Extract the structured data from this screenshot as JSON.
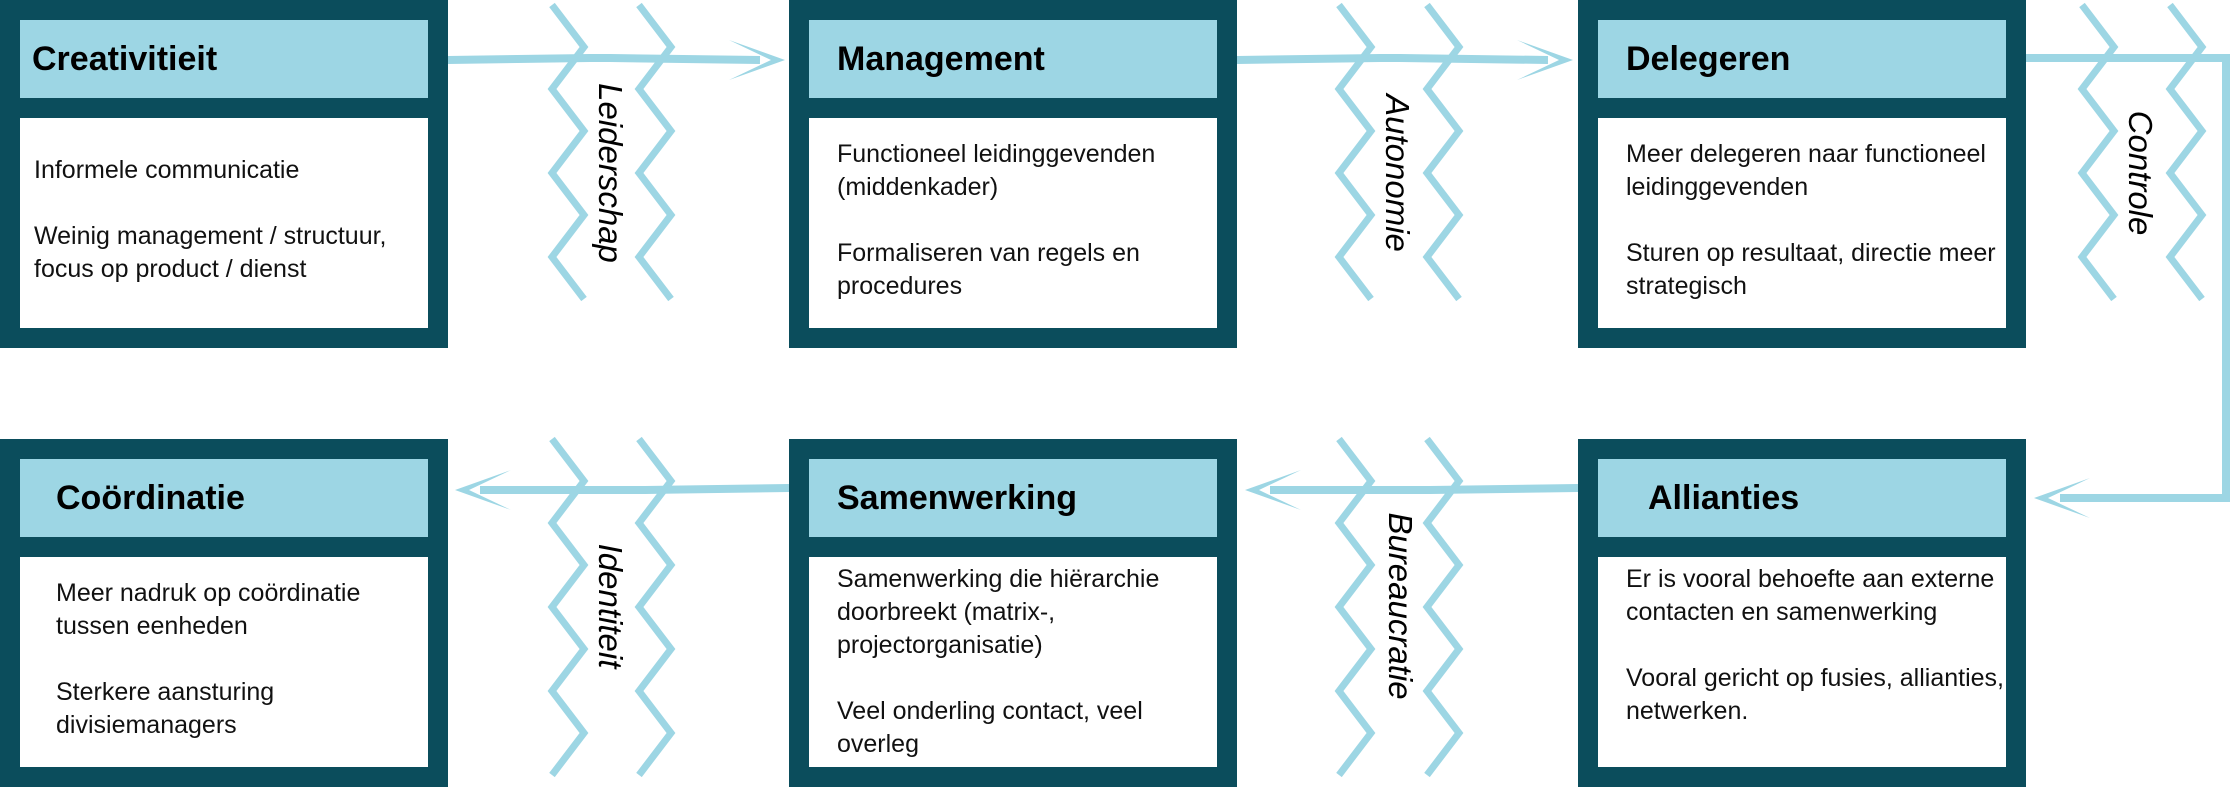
{
  "colors": {
    "box_frame": "#0b4d5c",
    "title_bg": "#9dd6e4",
    "connector": "#9dd6e4"
  },
  "phases": [
    {
      "title": "Creativitieit",
      "lines": [
        "Informele communicatie",
        "Weinig management / structuur, focus op product / dienst"
      ]
    },
    {
      "title": "Management",
      "lines": [
        "Functioneel leidinggevenden (middenkader)",
        "Formaliseren van regels en procedures"
      ]
    },
    {
      "title": "Delegeren",
      "lines": [
        "Meer delegeren naar functioneel leidinggevenden",
        "Sturen op resultaat, directie meer strategisch"
      ]
    },
    {
      "title": "Allianties",
      "lines": [
        "Er is vooral behoefte aan externe contacten en samenwerking",
        "Vooral gericht op fusies, allianties, netwerken."
      ]
    },
    {
      "title": "Samenwerking",
      "lines": [
        "Samenwerking die hiërarchie doorbreekt (matrix-, projectorganisatie)",
        "Veel onderling contact, veel overleg"
      ]
    },
    {
      "title": "Coördinatie",
      "lines": [
        "Meer nadruk op coördinatie tussen eenheden",
        "Sterkere aansturing divisiemanagers"
      ]
    }
  ],
  "crises": [
    "Leiderschap",
    "Autonomie",
    "Controle",
    "Bureaucratie",
    "Identiteit"
  ]
}
